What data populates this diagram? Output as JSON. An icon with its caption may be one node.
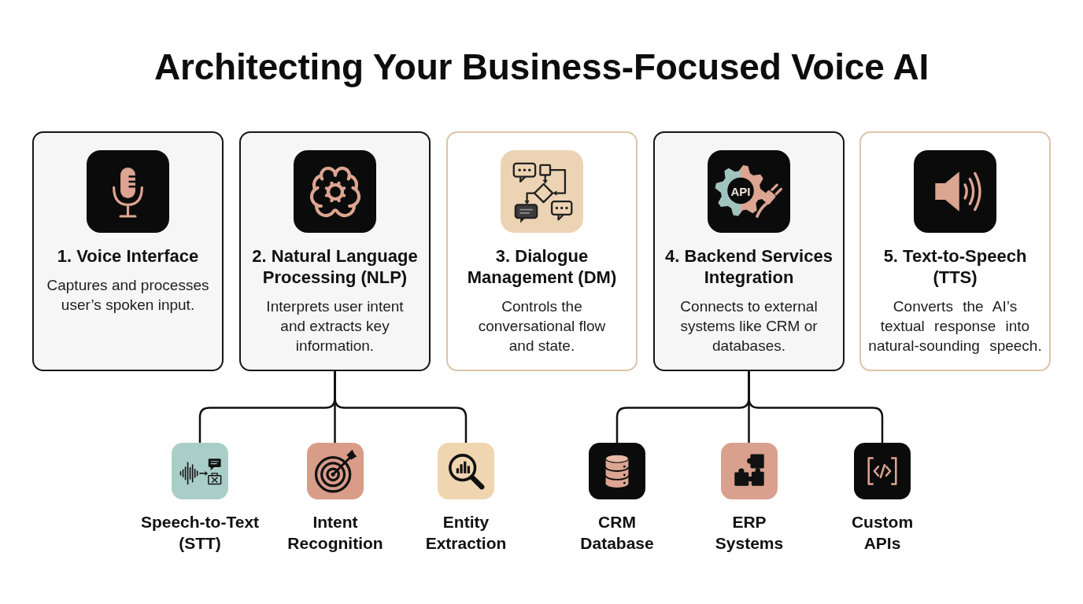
{
  "diagram": {
    "title": "Architecting Your Business-Focused Voice AI",
    "nodes": [
      {
        "text": [
          "1. Voice Interface",
          "Captures and processes user’s spoken input."
        ]
      },
      {
        "text": [
          "2. Natural Language Processing (NLP)",
          "Interprets user intent and extracts key information."
        ]
      },
      {
        "text": [
          "3. Dialogue Management (DM)",
          "Controls the conversational flow and state."
        ]
      },
      {
        "text": [
          "4. Backend Services Integration",
          "Connects to external systems like CRM or databases."
        ]
      },
      {
        "text": [
          "5. Text-to-Speech (TTS)",
          "Converts the AI’s textual response into natural-sounding speech."
        ]
      },
      {
        "text": [
          "Speech-to-Text (STT)"
        ]
      },
      {
        "text": [
          "Intent Recognition"
        ]
      },
      {
        "text": [
          "Entity Extraction"
        ]
      },
      {
        "text": [
          "CRM Database"
        ]
      },
      {
        "text": [
          "ERP Systems"
        ]
      },
      {
        "text": [
          "Custom APIs"
        ]
      }
    ],
    "edges": [
      {
        "from": 1,
        "to": 5,
        "arrow": "none"
      },
      {
        "from": 1,
        "to": 6,
        "arrow": "none"
      },
      {
        "from": 1,
        "to": 7,
        "arrow": "none"
      },
      {
        "from": 3,
        "to": 8,
        "arrow": "none"
      },
      {
        "from": 3,
        "to": 9,
        "arrow": "none"
      },
      {
        "from": 3,
        "to": 10,
        "arrow": "none"
      }
    ],
    "labels": [
      "API"
    ]
  }
}
